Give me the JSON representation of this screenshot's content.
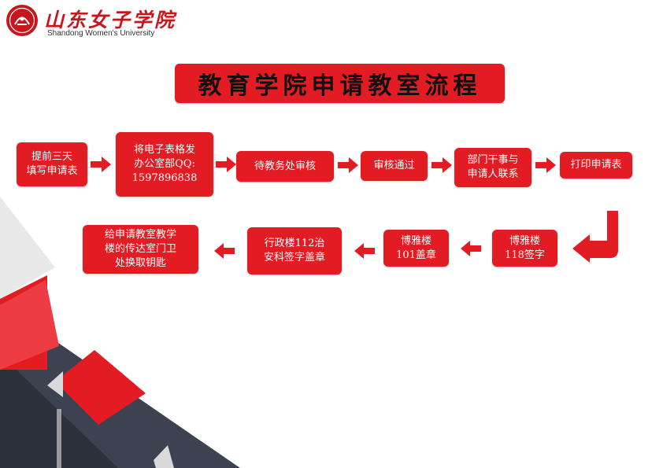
{
  "header": {
    "logo_name": "山东女子学院",
    "logo_name_en": "Shandong Women's University",
    "seal_icon": "university-seal-icon"
  },
  "title": "教育学院申请教室流程",
  "colors": {
    "accent": "#e31b23",
    "logo_red": "#c8161d",
    "deco_dark": "#3c4250",
    "deco_gray": "#d9d9d9"
  },
  "steps": [
    {
      "text": "提前三天\n填写申请表"
    },
    {
      "text": "将电子表格发\n办公室部QQ:\n1597896838"
    },
    {
      "text": "待教务处审核"
    },
    {
      "text": "审核通过"
    },
    {
      "text": "部门干事与\n申请人联系"
    },
    {
      "text": "打印申请表"
    },
    {
      "text": "博雅楼\n118签字"
    },
    {
      "text": "博雅楼\n101盖章"
    },
    {
      "text": "行政楼112治\n安科签字盖章"
    },
    {
      "text": "给申请教室教学\n楼的传达室门卫\n处换取钥匙"
    }
  ]
}
